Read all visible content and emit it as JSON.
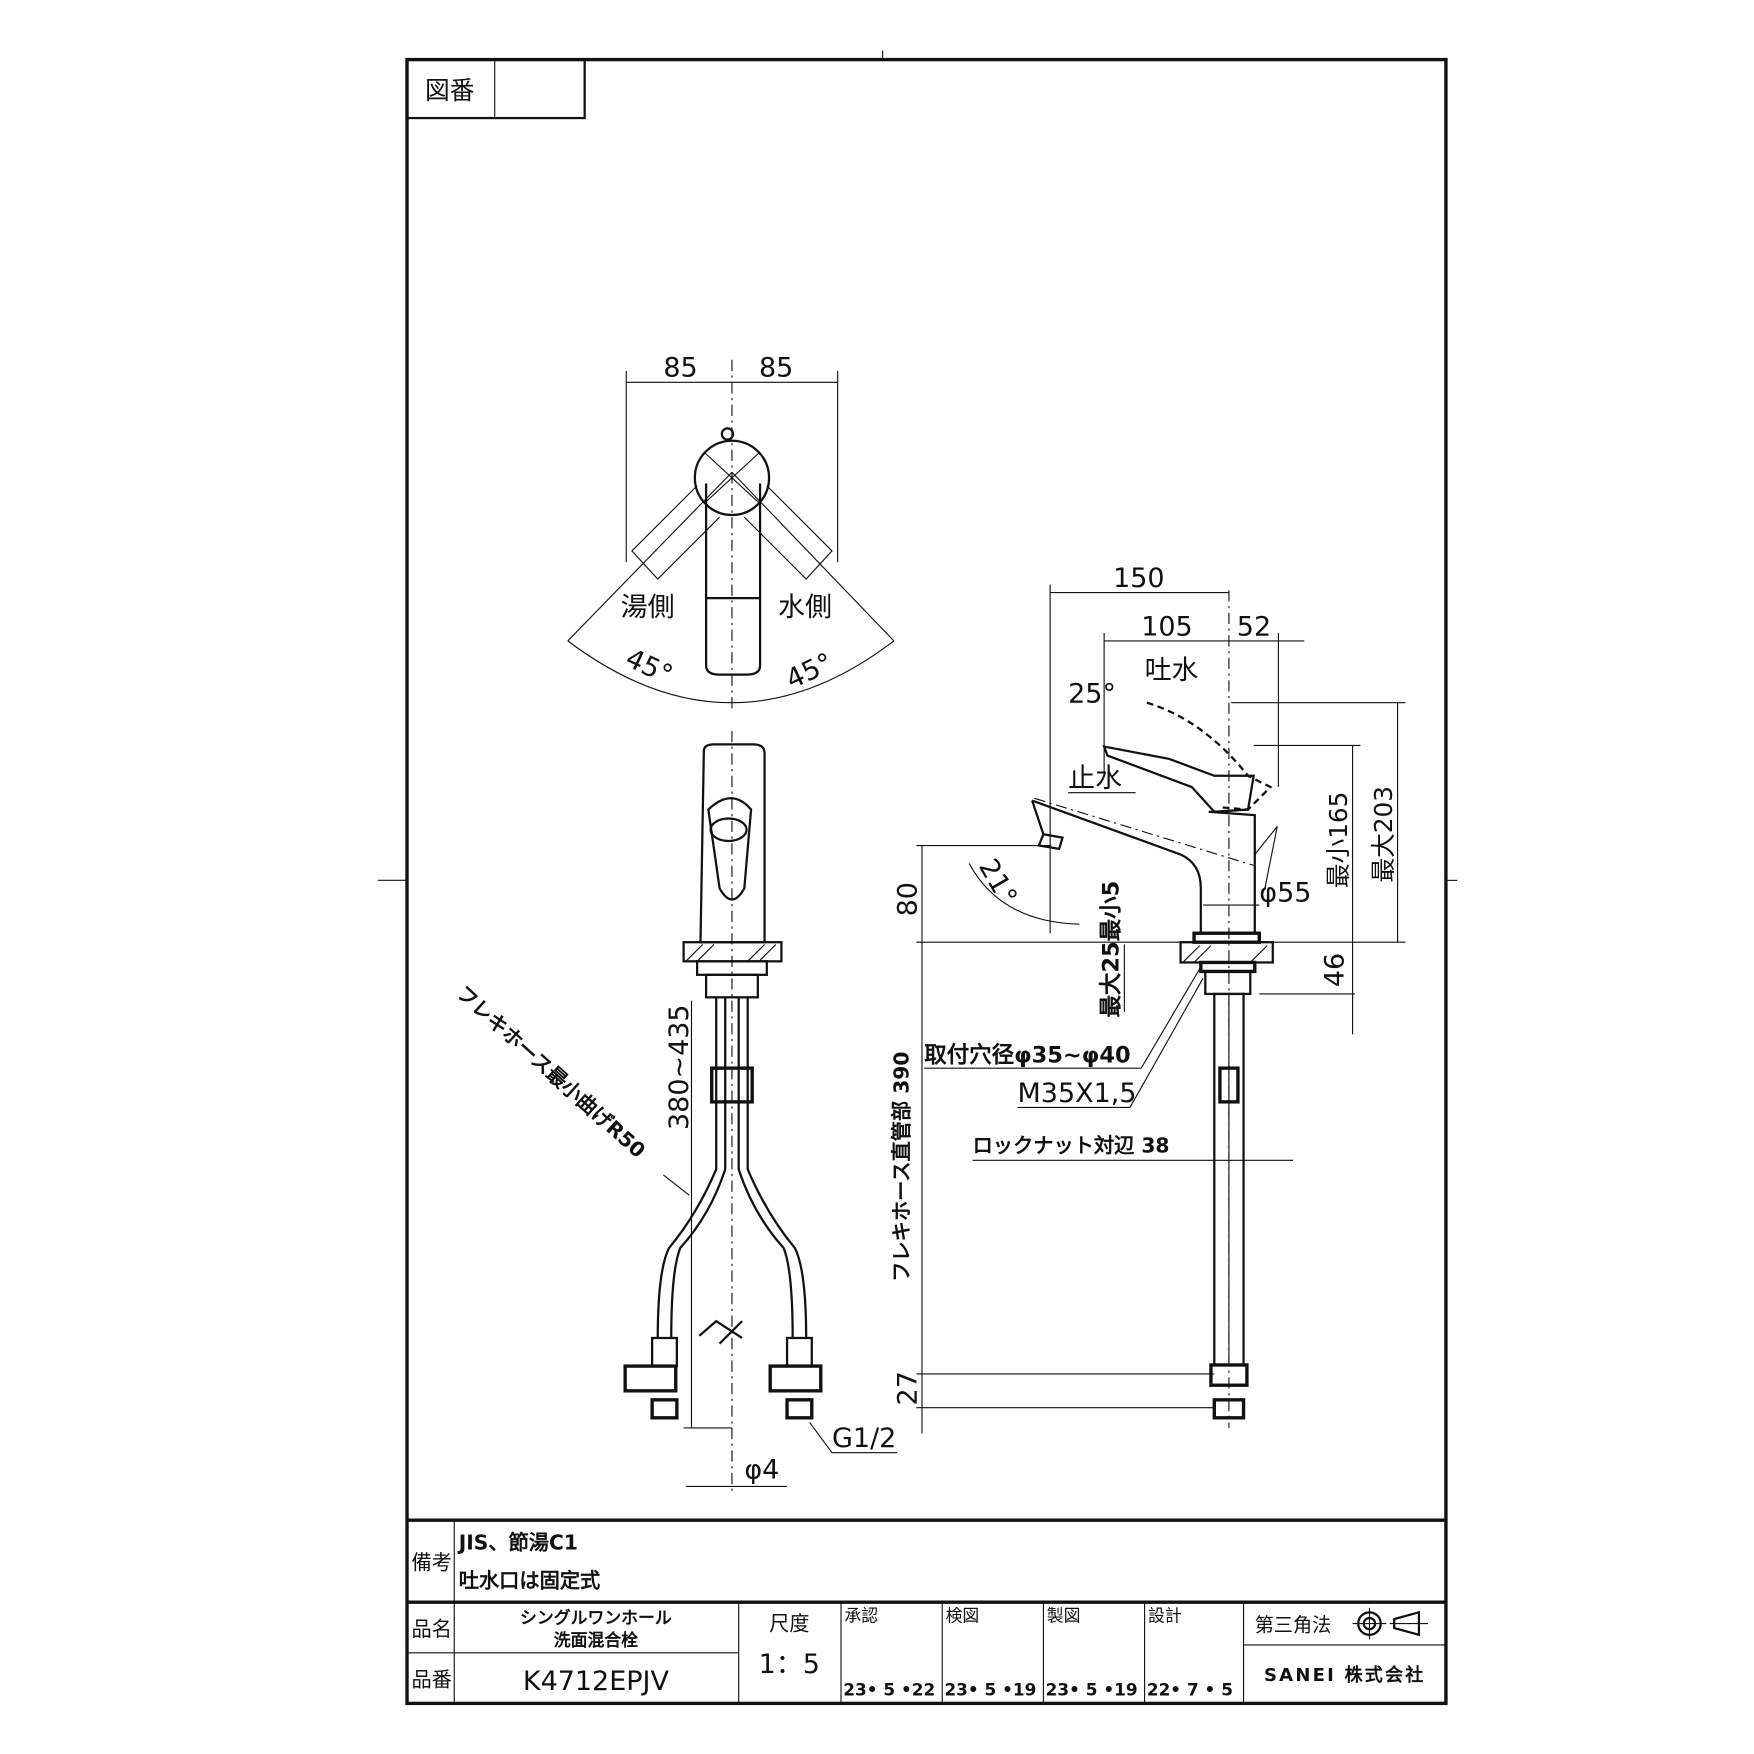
{
  "title_block": {
    "drawing_no_label": "図番",
    "drawing_no_value": "",
    "remarks_label": "備考",
    "remarks": [
      "JIS、節湯C1",
      "吐水口は固定式"
    ],
    "product_name_label": "品名",
    "product_name": [
      "シングルワンホール",
      "洗面混合栓"
    ],
    "product_no_label": "品番",
    "product_no": "K4712EPJV",
    "scale_label": "尺度",
    "scale": "1：5",
    "approvals": [
      {
        "label": "承認",
        "date": "23• 5 •22"
      },
      {
        "label": "検図",
        "date": "23• 5 •19"
      },
      {
        "label": "製図",
        "date": "23• 5 •19"
      },
      {
        "label": "設計",
        "date": "22• 7 • 5"
      }
    ],
    "projection": "第三角法",
    "company": "SANEI 株式会社"
  },
  "top_view": {
    "dim_left": "85",
    "dim_right": "85",
    "hot_side": "湯側",
    "cold_side": "水側",
    "angle_left": "45°",
    "angle_right": "45°"
  },
  "front_view": {
    "hose_bend": "フレキホース最小曲げR50",
    "length_range": "380~435",
    "thread": "G1/2",
    "rod_dia": "φ4"
  },
  "side_view": {
    "dim_150": "150",
    "dim_105": "105",
    "dim_52": "52",
    "spout_label": "吐水",
    "stop_label": "止水",
    "angle_25": "25°",
    "angle_21": "21°",
    "min_165": "最小165",
    "max_203": "最大203",
    "dim_80": "80",
    "dia_55": "φ55",
    "counter_thickness": "最大25最小5",
    "dim_46": "46",
    "mount_hole": "取付穴径φ35~φ40",
    "thread": "M35X1,5",
    "hose_length": "フレキホース直管部 390",
    "lock_nut": "ロックナット対辺 38",
    "dim_27": "27"
  }
}
